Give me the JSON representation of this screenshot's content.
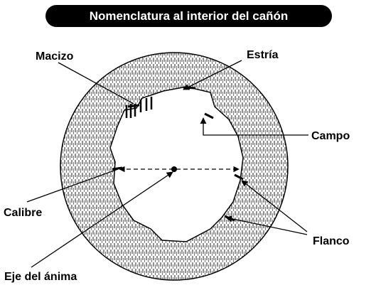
{
  "title": "Nomenclatura al interior del cañón",
  "labels": {
    "macizo": "Macizo",
    "estria": "Estría",
    "campo": "Campo",
    "calibre": "Calibre",
    "flanco": "Flanco",
    "eje": "Eje del ánima"
  },
  "colors": {
    "ink": "#000000",
    "hatch": "#555555",
    "background": "#ffffff"
  }
}
